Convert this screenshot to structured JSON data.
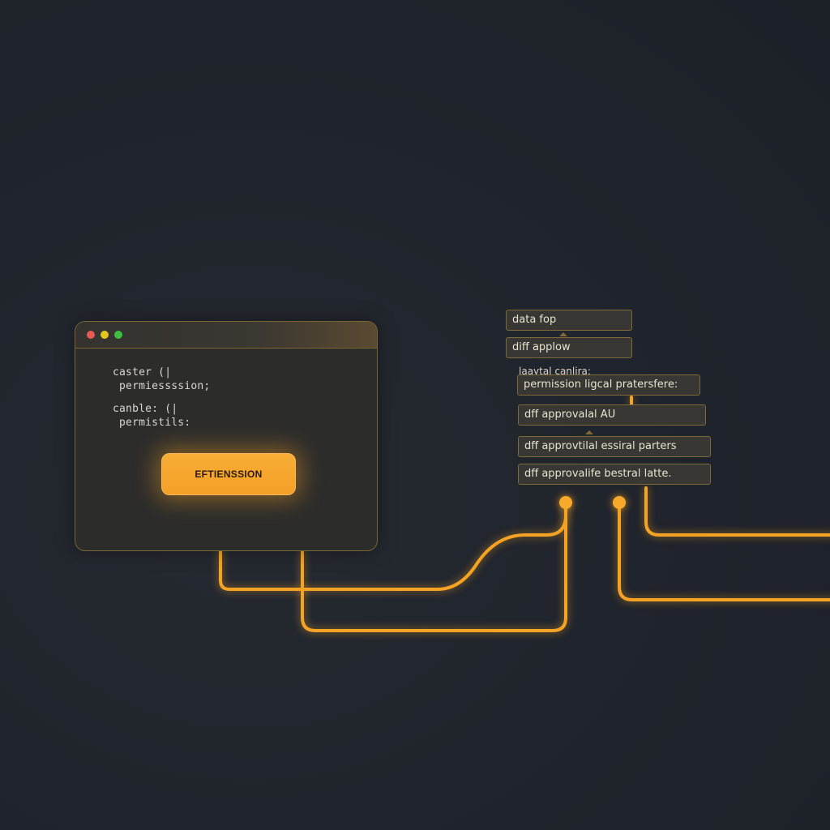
{
  "window": {
    "code_lines": [
      "caster (|",
      " permiessssion;",
      "canble: (|",
      " permistils:"
    ],
    "action_label": "EFTIENSSION",
    "traffic_colors": [
      "#e55a52",
      "#e3c51f",
      "#3fbf3f"
    ]
  },
  "stack": {
    "cards": [
      "data fop",
      "diff applow",
      "permission ligcal pratersfere:",
      "dff approvalal AU",
      "dff approvtilal essiral parters",
      "dff approvalife bestral latte."
    ],
    "floating_label": "laaytal canlira:"
  },
  "colors": {
    "accent": "#f5a324",
    "background": "#1f232b",
    "border": "#7e6a38"
  }
}
